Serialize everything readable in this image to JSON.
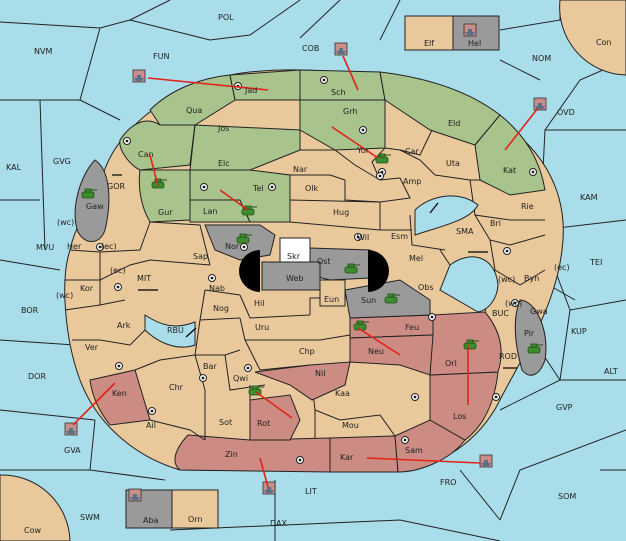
{
  "colors": {
    "sea": "#a8dde9",
    "land": "#e9c89c",
    "green": "#a8c48c",
    "red": "#cc8c84",
    "grey": "#9a9a9a",
    "arrow": "#e2231a"
  },
  "sea_labels": {
    "pol": "POL",
    "nvm": "NVM",
    "fun": "FUN",
    "cob": "COB",
    "nom": "NOM",
    "con": "Con",
    "ovd": "OVD",
    "kal": "KAL",
    "gvg": "GVG",
    "kam": "KAM",
    "mvu": "MVU",
    "tei": "TEI",
    "bor": "BOR",
    "mit": "MIT",
    "sma": "SMA",
    "buc": "BUC",
    "kup": "KUP",
    "rbu": "RBU",
    "dor": "DOR",
    "rod": "ROD",
    "alt": "ALT",
    "gvp": "GVP",
    "gva": "GVA",
    "fro": "FRO",
    "lit": "LIT",
    "som": "SOM",
    "swm": "SWM",
    "dax": "DAX",
    "cow": "Cow",
    "gor": "GOR"
  },
  "land_labels": {
    "elf": "Elf",
    "hel": "Hel",
    "jad": "Jad",
    "sch": "Sch",
    "qua": "Qua",
    "grh": "Grh",
    "jos": "Jos",
    "eld": "Eld",
    "can": "Can",
    "yor": "Yor",
    "car": "Car",
    "uta": "Uta",
    "kat": "Kat",
    "elc": "Elc",
    "nar": "Nar",
    "amp": "Amp",
    "gaw": "Gaw",
    "gur": "Gur",
    "tel": "Tel",
    "olk": "Olk",
    "lan": "Lan",
    "hug": "Hug",
    "rie": "Rie",
    "bri": "Bri",
    "wc1": "(wc)",
    "her": "Her",
    "ec1": "(ec)",
    "nor": "Nor",
    "skr": "Skr",
    "ost": "Ost",
    "wil": "Wil",
    "esm": "Esm",
    "sap": "Sap",
    "web": "Web",
    "mel": "Mel",
    "wc2": "(wc)",
    "byn": "Byn",
    "ec2": "(ec)",
    "ec3": "(ec)",
    "kor": "Kor",
    "nab": "Nab",
    "eun": "Eun",
    "wc3": "(wc)",
    "wc4": "(wc)",
    "gwa": "Gwa",
    "obs": "Obs",
    "sun": "Sun",
    "hil": "Hil",
    "ark": "Ark",
    "nog": "Nog",
    "uru": "Uru",
    "feu": "Feu",
    "pir": "Pir",
    "ver": "Ver",
    "chp": "Chp",
    "neu": "Neu",
    "orl": "Orl",
    "bar": "Bar",
    "qwi": "Qwi",
    "nil": "Nil",
    "chr": "Chr",
    "ken": "Ken",
    "kaa": "Kaa",
    "los": "Los",
    "ail": "Ail",
    "sot": "Sot",
    "rot": "Rot",
    "mou": "Mou",
    "zin": "Zin",
    "kar": "Kar",
    "sam": "Sam",
    "aba": "Aba",
    "orn": "Orn"
  }
}
